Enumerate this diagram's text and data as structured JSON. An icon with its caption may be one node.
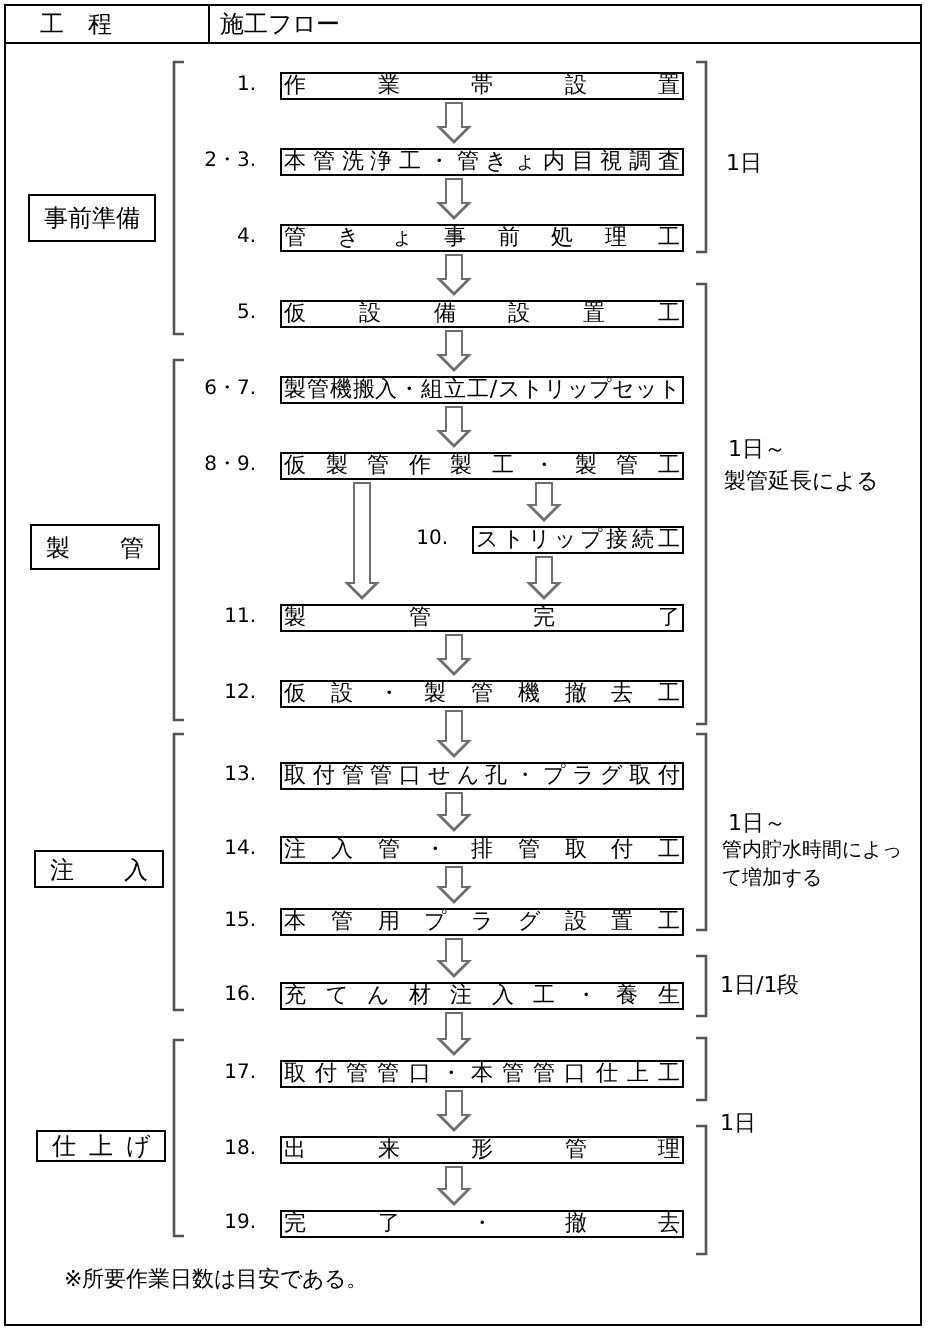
{
  "diagram": {
    "nodes": [
      {
        "text": [
          "事前準備"
        ]
      },
      {
        "text": [
          "作業帯設置"
        ],
        "beside": [
          "1."
        ]
      },
      {
        "text": [
          "本管洗浄工・管きょ内目視調査"
        ],
        "beside": [
          "2・3."
        ]
      },
      {
        "text": [
          "管きょ事前処理工"
        ],
        "beside": [
          "4."
        ]
      },
      {
        "text": [
          "仮設備設置工"
        ],
        "beside": [
          "5."
        ]
      },
      {
        "text": [
          "製管"
        ]
      },
      {
        "text": [
          "製管機搬入・組立工/ストリップセット"
        ],
        "beside": [
          "6・7."
        ]
      },
      {
        "text": [
          "仮製管作製工・製管工"
        ],
        "beside": [
          "8・9."
        ]
      },
      {
        "text": [
          "ストリップ接続工"
        ],
        "beside": [
          "10."
        ]
      },
      {
        "text": [
          "製管完了"
        ],
        "beside": [
          "11."
        ]
      },
      {
        "text": [
          "仮設・製管機撤去工"
        ],
        "beside": [
          "12."
        ]
      },
      {
        "text": [
          "注入"
        ]
      },
      {
        "text": [
          "取付管管口せん孔・プラグ取付"
        ],
        "beside": [
          "13."
        ]
      },
      {
        "text": [
          "注入管・排管取付工"
        ],
        "beside": [
          "14."
        ]
      },
      {
        "text": [
          "本管用プラグ設置工"
        ],
        "beside": [
          "15."
        ]
      },
      {
        "text": [
          "充てん材注入工・養生"
        ],
        "beside": [
          "16."
        ]
      },
      {
        "text": [
          "仕上げ"
        ]
      },
      {
        "text": [
          "取付管管口・本管管口仕上工"
        ],
        "beside": [
          "17."
        ]
      },
      {
        "text": [
          "出来形管理"
        ],
        "beside": [
          "18."
        ]
      },
      {
        "text": [
          "完了・撤去"
        ],
        "beside": [
          "19."
        ]
      }
    ],
    "edges": [
      {
        "from": 1,
        "to": 2,
        "arrow": "to"
      },
      {
        "from": 2,
        "to": 3,
        "arrow": "to"
      },
      {
        "from": 3,
        "to": 4,
        "arrow": "to"
      },
      {
        "from": 4,
        "to": 6,
        "arrow": "to"
      },
      {
        "from": 6,
        "to": 7,
        "arrow": "to"
      },
      {
        "from": 7,
        "to": 8,
        "arrow": "to"
      },
      {
        "from": 7,
        "to": 9,
        "arrow": "to"
      },
      {
        "from": 8,
        "to": 9,
        "arrow": "to"
      },
      {
        "from": 9,
        "to": 10,
        "arrow": "to"
      },
      {
        "from": 10,
        "to": 12,
        "arrow": "to"
      },
      {
        "from": 12,
        "to": 13,
        "arrow": "to"
      },
      {
        "from": 13,
        "to": 14,
        "arrow": "to"
      },
      {
        "from": 14,
        "to": 15,
        "arrow": "to"
      },
      {
        "from": 15,
        "to": 17,
        "arrow": "to"
      },
      {
        "from": 17,
        "to": 18,
        "arrow": "to"
      },
      {
        "from": 18,
        "to": 19,
        "arrow": "to"
      }
    ],
    "labels": [
      "工　程",
      "施工フロー",
      "1日",
      "1日～",
      "製管延長による",
      "1日～",
      "管内貯水時間によって増加する",
      "1日/1段",
      "1日",
      "※所要作業日数は目安である。"
    ]
  }
}
